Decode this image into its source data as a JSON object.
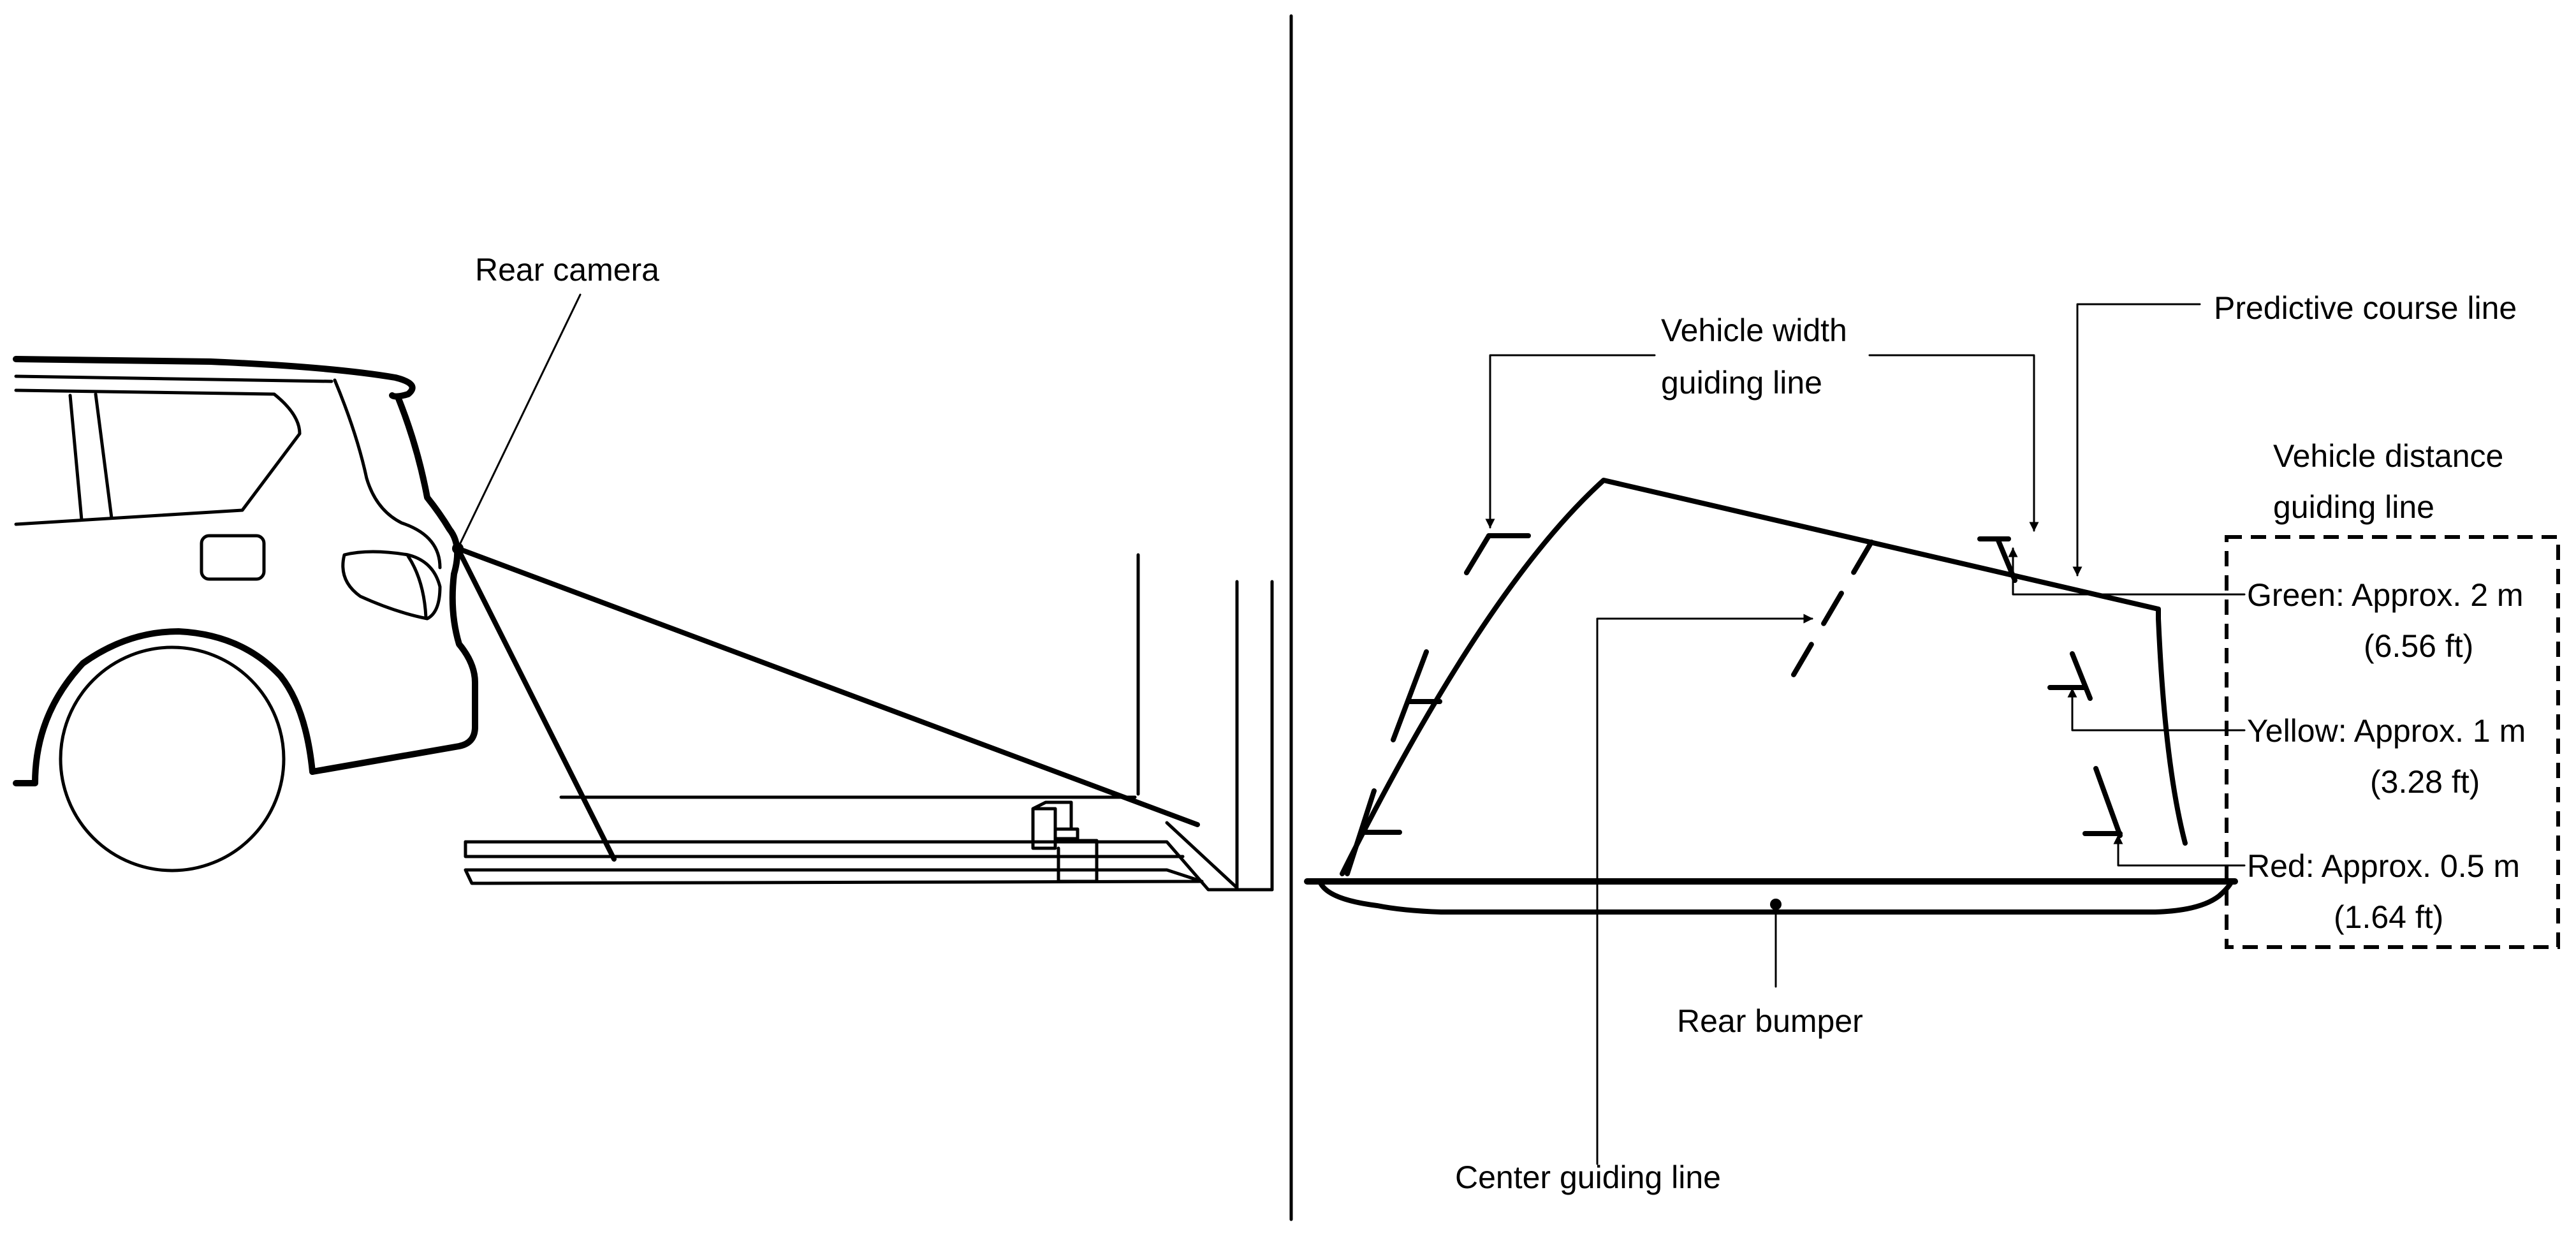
{
  "labels": {
    "rear_camera": "Rear camera",
    "vehicle_width_line1": "Vehicle width",
    "vehicle_width_line2": "guiding line",
    "predictive_course": "Predictive course line",
    "vehicle_distance_line1": "Vehicle distance",
    "vehicle_distance_line2": "guiding line",
    "green": "Green: Approx. 2 m",
    "green_ft": "(6.56 ft)",
    "yellow": "Yellow: Approx. 1 m",
    "yellow_ft": "(3.28 ft)",
    "red": "Red: Approx. 0.5 m",
    "red_ft": "(1.64 ft)",
    "rear_bumper": "Rear bumper",
    "center_guiding": "Center guiding line"
  }
}
